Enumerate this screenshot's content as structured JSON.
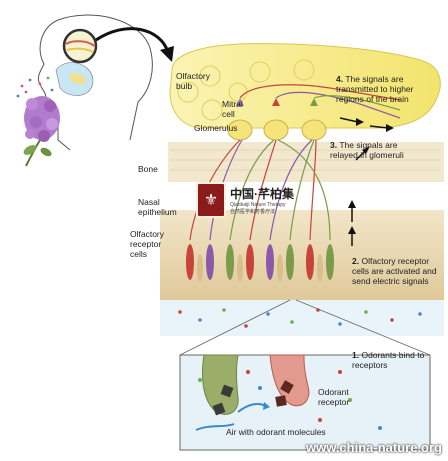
{
  "labels": {
    "olfactory_bulb": "Olfactory bulb",
    "mitral_cell": "Mitral cell",
    "glomerulus": "Glomerulus",
    "bone": "Bone",
    "nasal_epithelium": "Nasal epithelium",
    "olfactory_receptor_cells": "Olfactory receptor cells",
    "odorant_receptor": "Odorant receptor",
    "air_with_odorant": "Air with odorant molecules"
  },
  "steps": [
    {
      "num": "4.",
      "text": "The signals are transmitted to higher regions of the brain"
    },
    {
      "num": "3.",
      "text": "The signals are relayed in glomeruli"
    },
    {
      "num": "2.",
      "text": "Olfactory receptor cells are activated and send electric signals"
    },
    {
      "num": "1.",
      "text": "Odorants bind to receptors"
    }
  ],
  "watermark": {
    "chinese": "中国·芊柏集",
    "english": "Qianbaiji Nature Therapy",
    "subtitle": "自然医学和芳香疗法",
    "logo_icon": "fleur-de-lis-icon",
    "site": "www.china-nature.org"
  },
  "colors": {
    "bulb_yellow": "#f7ec8a",
    "bone_beige": "#efe3c4",
    "epithelium_tan": "#e8d5a8",
    "mucus_blue": "#cfe6f2",
    "neuron_red": "#c8443a",
    "neuron_green": "#7b9a4a",
    "neuron_purple": "#8a5aa8",
    "lilac": "#a86bc4"
  }
}
